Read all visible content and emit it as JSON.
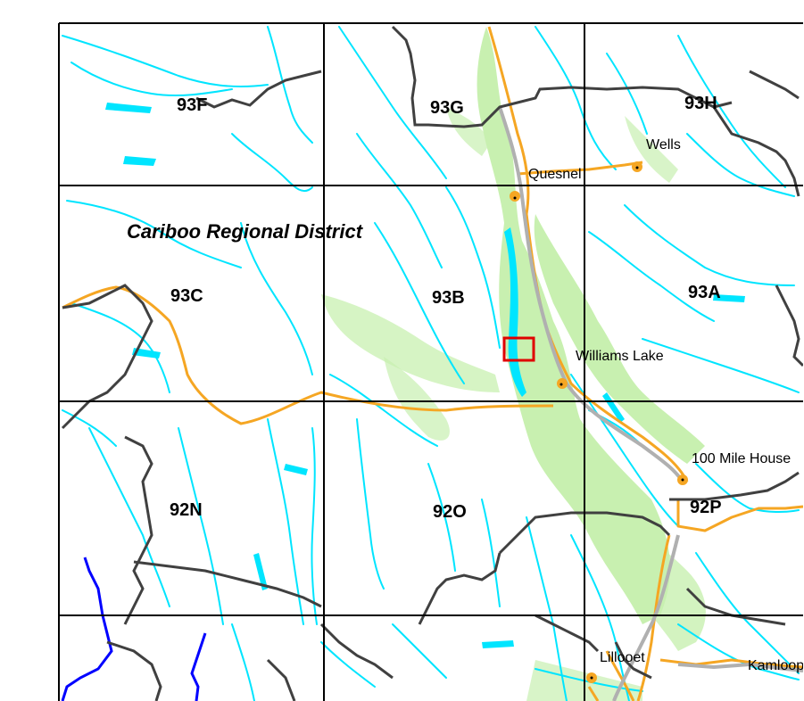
{
  "map": {
    "region_label": "Cariboo Regional District",
    "map_sheets": [
      "93F",
      "93G",
      "93H",
      "93C",
      "93B",
      "93A",
      "92N",
      "92O",
      "92P"
    ],
    "places": [
      "Wells",
      "Quesnel",
      "Williams Lake",
      "100 Mile House",
      "Lillooet",
      "Kamloops"
    ],
    "colors": {
      "background": "#ffffff",
      "grid": "#000000",
      "boundary": "#404040",
      "river": "#00e5ff",
      "river_highlight": "#0000ff",
      "road": "#f5a623",
      "highway_gray": "#b0b0b0",
      "vegetation": "#c8f0b0",
      "study_area": "#e00000",
      "settlement": "#f5a623"
    }
  }
}
